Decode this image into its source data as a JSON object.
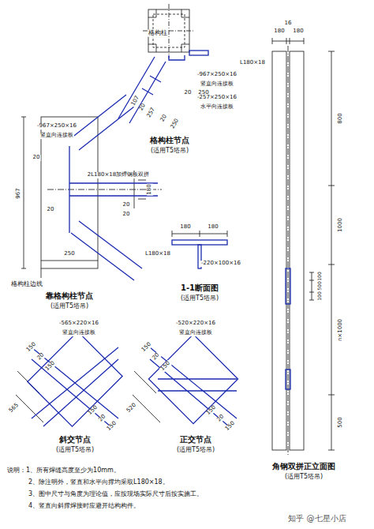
{
  "diagram": {
    "labels": [
      "格构柱",
      "-967×250×16",
      "竖直向连接板",
      "20",
      "250",
      "-257×250×16",
      "水平向连接板",
      "107",
      "20",
      "257",
      "20",
      "250",
      "格构柱节点",
      "(适用T5塔吊)",
      "-967×250×16",
      "竖直向连接板",
      "20",
      "967",
      "2L180×18加焊钢板双拼",
      "20",
      "180",
      "20",
      "20",
      "250",
      "格构柱边线",
      "靠格构柱节点",
      "(适用T5塔吊)",
      "180",
      "180",
      "L180×18",
      "-220×100×16",
      "1-1断面图",
      "(适用T5塔吊)",
      "180",
      "16",
      "180",
      "L180×18",
      "800",
      "1000",
      "100",
      "500",
      "100",
      "n×1000",
      "500",
      "角钢双拼正立面图",
      "(适用T5塔吊)",
      "-565×220×16",
      "竖直向连接板",
      "150",
      "20",
      "150",
      "565",
      "150",
      "20",
      "150",
      "斜交节点",
      "(适用T5塔吊)",
      "-520×220×16",
      "竖直向连接板",
      "150",
      "20",
      "150",
      "520",
      "150",
      "20",
      "150",
      "正交节点",
      "(适用T5塔吊)",
      "说明：1、所有焊缝高度至少为10mm。",
      "2、除注明外，竖直和水平向撑均采取L180×18。",
      "3、图中尺寸与角度为理论值，应按现场实际尺寸后按实施工。",
      "4、竖直向斜撑焊接时应避开结构构件。",
      "知乎 @七星小店"
    ]
  }
}
